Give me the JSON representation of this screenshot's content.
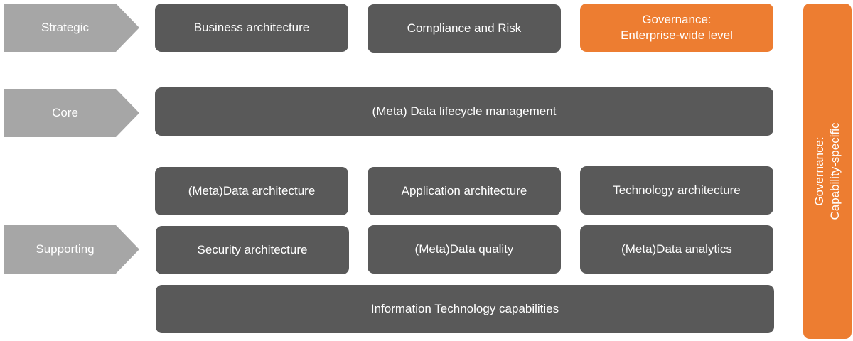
{
  "levels": {
    "strategic": "Strategic",
    "core": "Core",
    "supporting": "Supporting"
  },
  "boxes": {
    "business_architecture": "Business architecture",
    "compliance_and_risk": "Compliance and Risk",
    "governance_enterprise": [
      "Governance:",
      "Enterprise-wide level"
    ],
    "data_lifecycle": "(Meta) Data lifecycle management",
    "data_architecture": "(Meta)Data architecture",
    "application_architecture": "Application architecture",
    "technology_architecture": "Technology architecture",
    "security_architecture": "Security architecture",
    "data_quality": "(Meta)Data quality",
    "data_analytics": "(Meta)Data analytics",
    "it_capabilities": "Information Technology capabilities"
  },
  "governance_capability": [
    "Governance:",
    "Capability-specific"
  ],
  "colors": {
    "chevron": "#a6a6a6",
    "box": "#595959",
    "governance": "#ed7d31",
    "text": "#ffffff"
  }
}
